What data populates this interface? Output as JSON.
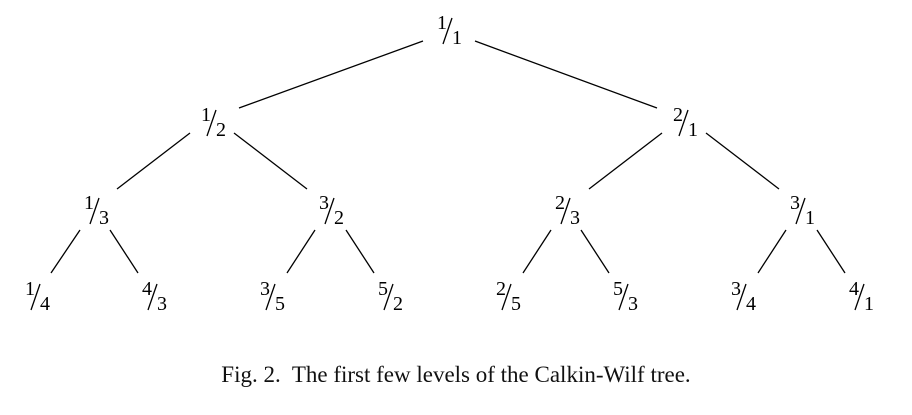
{
  "tree": {
    "nodes": [
      {
        "id": "r",
        "num": "1",
        "den": "1"
      },
      {
        "id": "l",
        "num": "1",
        "den": "2"
      },
      {
        "id": "rr",
        "num": "2",
        "den": "1"
      },
      {
        "id": "ll",
        "num": "1",
        "den": "3"
      },
      {
        "id": "lr",
        "num": "3",
        "den": "2"
      },
      {
        "id": "rl",
        "num": "2",
        "den": "3"
      },
      {
        "id": "rrr",
        "num": "3",
        "den": "1"
      },
      {
        "id": "lll",
        "num": "1",
        "den": "4"
      },
      {
        "id": "llr",
        "num": "4",
        "den": "3"
      },
      {
        "id": "lrl",
        "num": "3",
        "den": "5"
      },
      {
        "id": "lrr",
        "num": "5",
        "den": "2"
      },
      {
        "id": "rll",
        "num": "2",
        "den": "5"
      },
      {
        "id": "rlr",
        "num": "5",
        "den": "3"
      },
      {
        "id": "rrl",
        "num": "3",
        "den": "4"
      },
      {
        "id": "rrrr",
        "num": "4",
        "den": "1"
      }
    ],
    "edges": [
      [
        "r",
        "l"
      ],
      [
        "r",
        "rr"
      ],
      [
        "l",
        "ll"
      ],
      [
        "l",
        "lr"
      ],
      [
        "rr",
        "rl"
      ],
      [
        "rr",
        "rrr"
      ],
      [
        "ll",
        "lll"
      ],
      [
        "ll",
        "llr"
      ],
      [
        "lr",
        "lrl"
      ],
      [
        "lr",
        "lrr"
      ],
      [
        "rl",
        "rll"
      ],
      [
        "rl",
        "rlr"
      ],
      [
        "rrr",
        "rrl"
      ],
      [
        "rrr",
        "rrrr"
      ]
    ]
  },
  "caption": "Fig. 2.  The first few levels of the Calkin-Wilf tree."
}
